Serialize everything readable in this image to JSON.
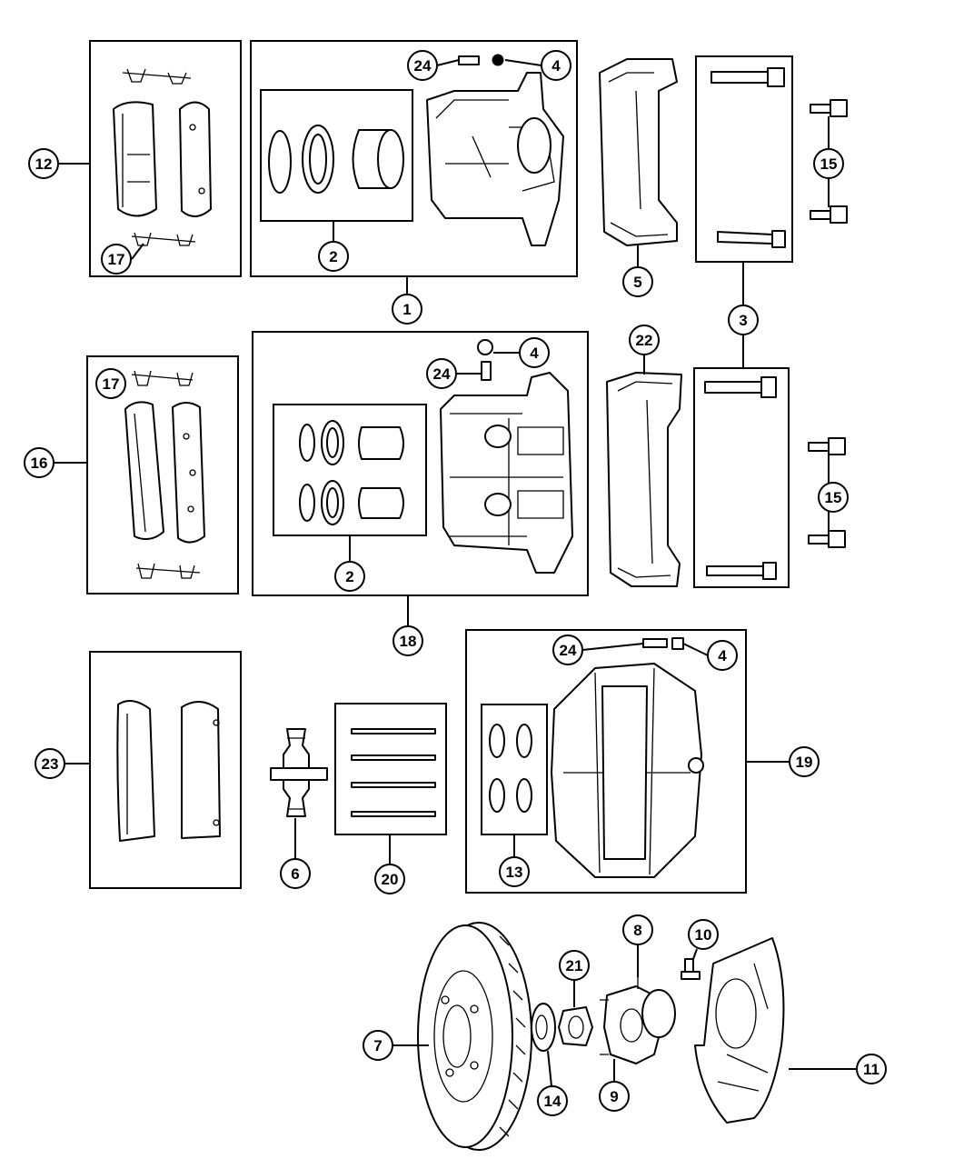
{
  "callouts": {
    "c1": "1",
    "c2a": "2",
    "c2b": "2",
    "c3": "3",
    "c4a": "4",
    "c4b": "4",
    "c4c": "4",
    "c5": "5",
    "c6": "6",
    "c7": "7",
    "c8": "8",
    "c9": "9",
    "c10": "10",
    "c11": "11",
    "c12": "12",
    "c13": "13",
    "c14": "14",
    "c15a": "15",
    "c15b": "15",
    "c16": "16",
    "c17a": "17",
    "c17b": "17",
    "c18": "18",
    "c19": "19",
    "c20": "20",
    "c21": "21",
    "c22": "22",
    "c23": "23",
    "c24a": "24",
    "c24b": "24",
    "c24c": "24"
  },
  "icons": {
    "brake_pads": "brake-pad-set-icon",
    "caliper": "brake-caliper-icon",
    "piston_seal": "piston-seal-kit-icon",
    "adapter": "caliper-adapter-icon",
    "guide_pin": "guide-pin-icon",
    "bolt": "bolt-icon",
    "rotor": "brake-rotor-icon",
    "hub": "hub-bearing-icon",
    "shield": "splash-shield-icon"
  }
}
